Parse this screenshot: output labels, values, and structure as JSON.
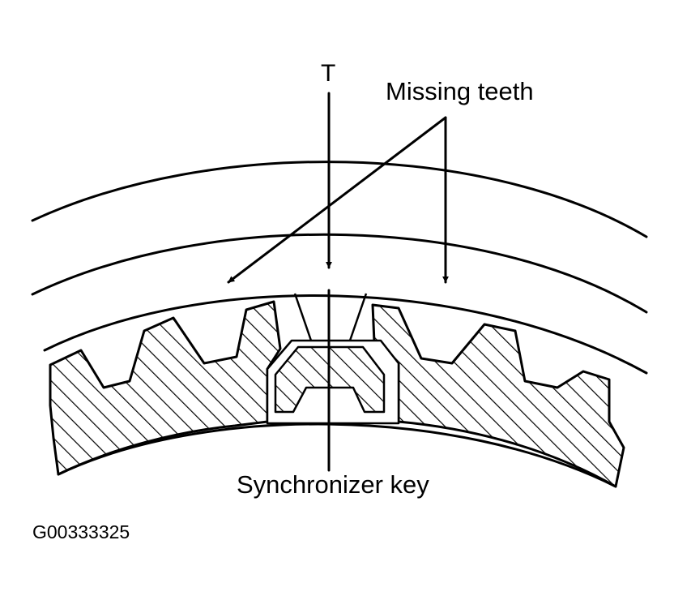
{
  "labels": {
    "top_marker": "T",
    "missing_teeth": "Missing teeth",
    "synchronizer_key": "Synchronizer key",
    "figure_code": "G00333325"
  },
  "colors": {
    "ink": "#000000",
    "background": "#ffffff"
  }
}
